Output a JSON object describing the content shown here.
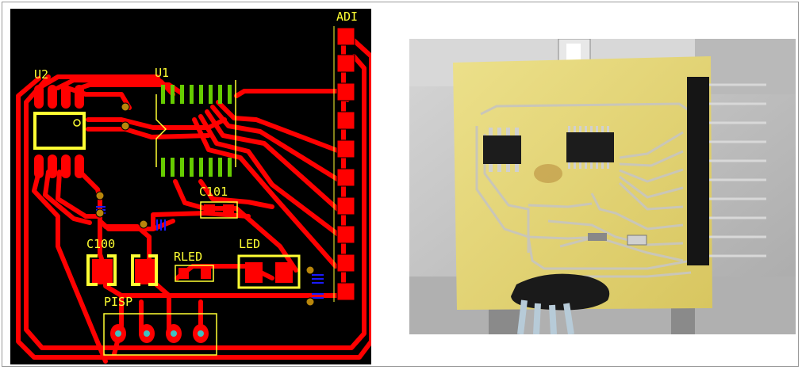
{
  "pcb_layout": {
    "labels": {
      "adi": "ADI",
      "u2": "U2",
      "u1": "U1",
      "c101": "C101",
      "c100": "C100",
      "rled": "RLED",
      "led": "LED",
      "pisp": "PISP"
    },
    "colors": {
      "board_background": "#000000",
      "copper_top": "#ff0000",
      "copper_bottom": "#1a1aff",
      "silkscreen": "#ffff33",
      "pad_component": "#66cc00",
      "via": "#b8860b",
      "through_hole_pad": "#40c0c0"
    }
  },
  "photo": {
    "colors": {
      "board": "#e2d36e",
      "traces": "#c9c6b8",
      "chip": "#1c1c1c",
      "header": "#151515",
      "pins": "#d8d8d8",
      "background": "#c8c8c8"
    }
  }
}
